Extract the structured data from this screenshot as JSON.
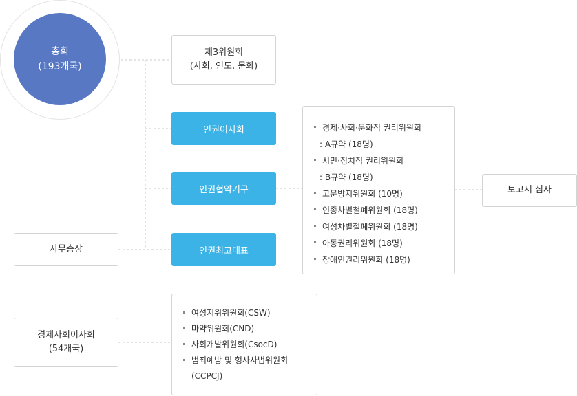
{
  "general_assembly": {
    "name": "총회",
    "members": "(193개국)"
  },
  "third_committee": {
    "name": "제3위원회",
    "detail": "(사회, 인도, 문화)"
  },
  "human_rights_council": {
    "name": "인권이사회"
  },
  "treaty_bodies": {
    "name": "인권협약기구"
  },
  "high_commissioner": {
    "name": "인권최고대표"
  },
  "secretary_general": {
    "name": "사무총장"
  },
  "report_review": {
    "name": "보고서 심사"
  },
  "ecosoc": {
    "name": "경제사회이사회",
    "members": "(54개국)"
  },
  "treaty_committees": [
    {
      "line1": "경제·사회·문화적 권리위원회",
      "line2": ": A규약 (18명)"
    },
    {
      "line1": "시민·정치적 권리위원회",
      "line2": ": B규약 (18명)"
    },
    {
      "line1": "고문방지위원회 (10명)"
    },
    {
      "line1": "인종차별철폐위원회 (18명)"
    },
    {
      "line1": "여성차별철폐위원회 (18명)"
    },
    {
      "line1": "아동권리위원회 (18명)"
    },
    {
      "line1": "장애인권리위원회 (18명)"
    }
  ],
  "ecosoc_commissions": [
    {
      "line1": "여성지위위원회(CSW)"
    },
    {
      "line1": "마약위원회(CND)"
    },
    {
      "line1": "사회개발위원회(CsocD)"
    },
    {
      "line1": "범죄예방 및 형사사법위원회",
      "line2": "(CCPCJ)"
    }
  ],
  "colors": {
    "circle": "#5878c4",
    "accent": "#3cb3e6",
    "border": "#d4d4d4",
    "connector": "#c8c8c8"
  }
}
